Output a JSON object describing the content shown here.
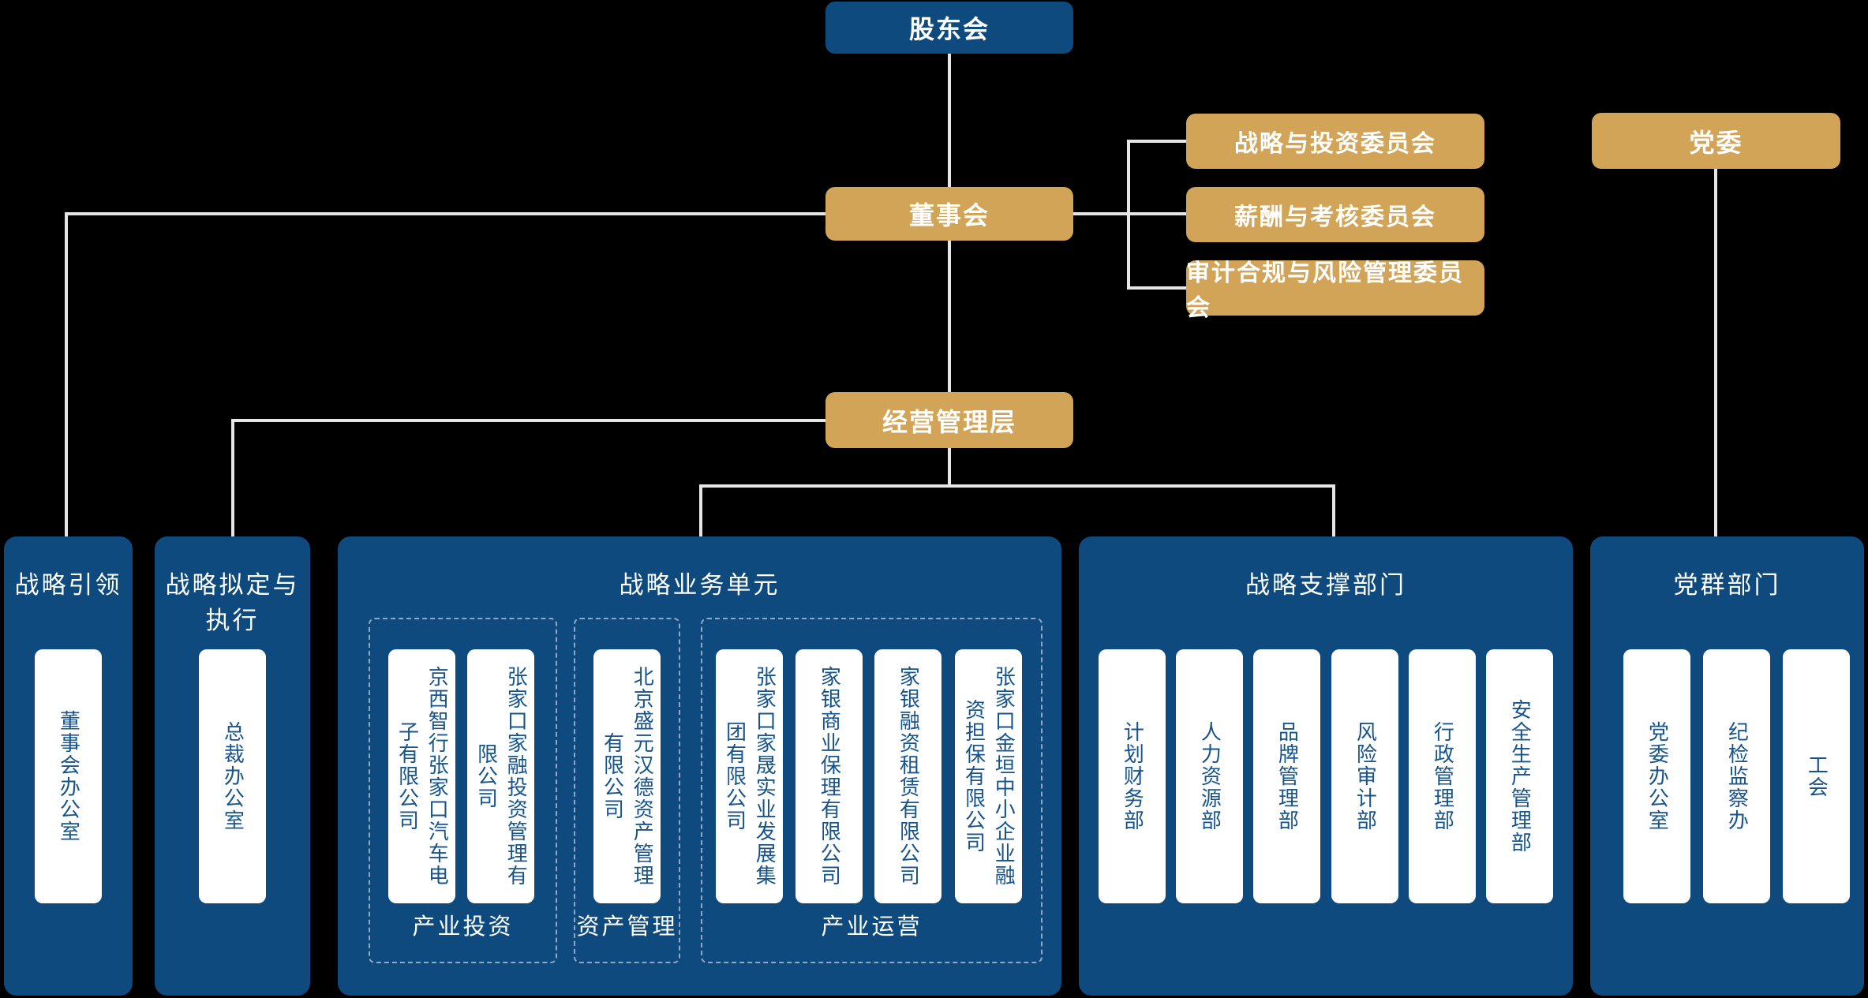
{
  "palette": {
    "background": "#000000",
    "navy": "#0E4A7D",
    "gold": "#D2A458",
    "connector_line": "#E6E6E6",
    "card_background": "#FFFFFF",
    "card_text": "#17548C",
    "dashed_border": "#8FA8C9"
  },
  "top_chain": {
    "shareholders": "股东会",
    "board": "董事会",
    "management": "经营管理层",
    "party_committee": "党委"
  },
  "board_committees": [
    "战略与投资委员会",
    "薪酬与考核委员会",
    "审计合规与风险管理委员会"
  ],
  "containers": [
    {
      "title": "战略引领",
      "cards": [
        "董事会办公室"
      ]
    },
    {
      "title": "战略拟定与执行",
      "cards": [
        "总裁办公室"
      ]
    },
    {
      "title": "战略业务单元",
      "groups": [
        {
          "label": "产业投资",
          "cards": [
            "京西智行张家口汽车电子有限公司",
            "张家口家融投资管理有限公司"
          ]
        },
        {
          "label": "资产管理",
          "cards": [
            "北京盛元汉德资产管理有限公司"
          ]
        },
        {
          "label": "产业运营",
          "cards": [
            "张家口家晟实业发展集团有限公司",
            "家银商业保理有限公司",
            "家银融资租赁有限公司",
            "张家口金垣中小企业融资担保有限公司"
          ]
        }
      ]
    },
    {
      "title": "战略支撑部门",
      "cards": [
        "计划财务部",
        "人力资源部",
        "品牌管理部",
        "风险审计部",
        "行政管理部",
        "安全生产管理部"
      ]
    },
    {
      "title": "党群部门",
      "cards": [
        "党委办公室",
        "纪检监察办",
        "工会"
      ]
    }
  ]
}
